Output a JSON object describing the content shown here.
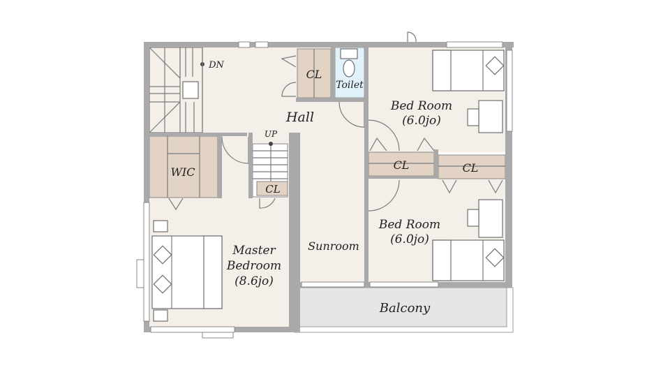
{
  "plan": {
    "rooms": {
      "hall": "Hall",
      "toilet": "Toilet",
      "closet": "CL",
      "wic": "WIC",
      "bedroom_top": {
        "name": "Bed Room",
        "size": "(6.0jo)"
      },
      "bedroom_bottom": {
        "name": "Bed Room",
        "size": "(6.0jo)"
      },
      "master": {
        "line1": "Master",
        "line2": "Bedroom",
        "size": "(8.6jo)"
      },
      "sunroom": "Sunroom",
      "balcony": "Balcony"
    },
    "stairs": {
      "down": "DN",
      "up": "UP"
    }
  },
  "colors": {
    "floor": "#f5efe9",
    "closet": "#e2d3c4",
    "toilet": "#e2f2fb",
    "balcony": "#e6e6e6",
    "wall": "#a9a9a9"
  }
}
